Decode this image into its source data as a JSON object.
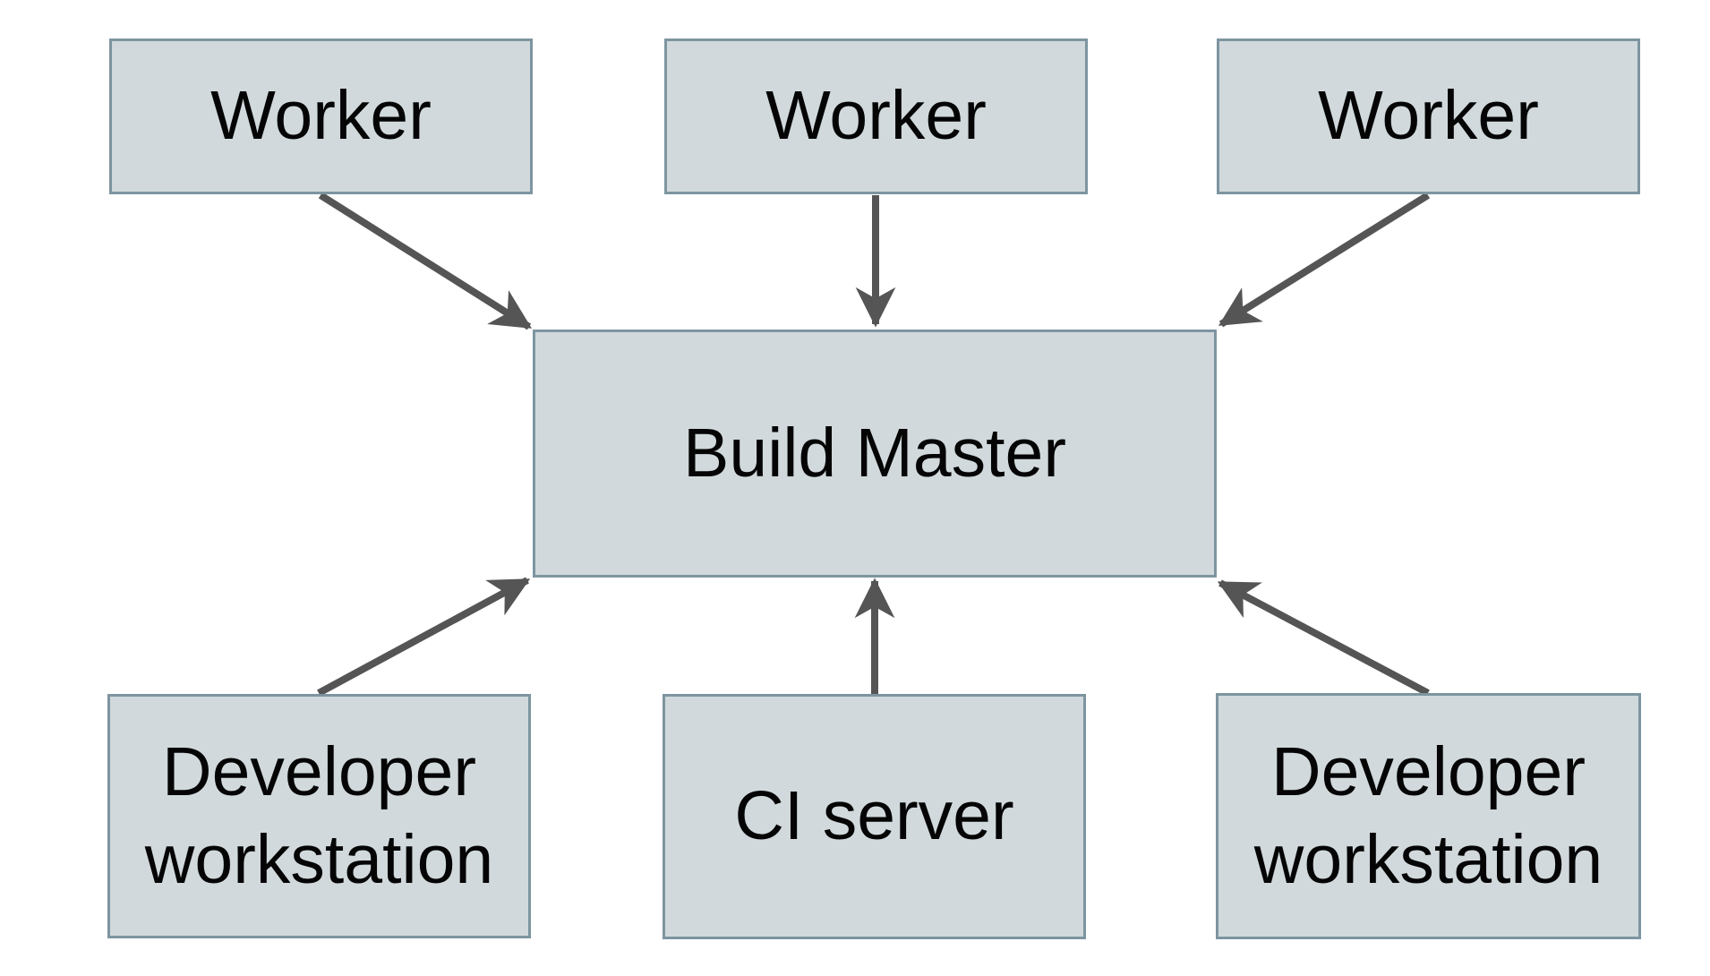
{
  "diagram": {
    "kind": "build-system-architecture",
    "nodes": {
      "worker_left": {
        "label": "Worker"
      },
      "worker_center": {
        "label": "Worker"
      },
      "worker_right": {
        "label": "Worker"
      },
      "build_master": {
        "label": "Build Master"
      },
      "developer_workstation_left": {
        "label": "Developer workstation"
      },
      "ci_server": {
        "label": "CI server"
      },
      "developer_workstation_right": {
        "label": "Developer workstation"
      }
    },
    "edges": [
      {
        "from": "worker_left",
        "to": "build_master"
      },
      {
        "from": "worker_center",
        "to": "build_master"
      },
      {
        "from": "worker_right",
        "to": "build_master"
      },
      {
        "from": "developer_workstation_left",
        "to": "build_master"
      },
      {
        "from": "ci_server",
        "to": "build_master"
      },
      {
        "from": "developer_workstation_right",
        "to": "build_master"
      }
    ],
    "colors": {
      "background": "#ffffff",
      "node_fill": "#d1d9dc",
      "node_border": "#7d95a0",
      "arrow": "#555555",
      "text": "#050505"
    }
  }
}
